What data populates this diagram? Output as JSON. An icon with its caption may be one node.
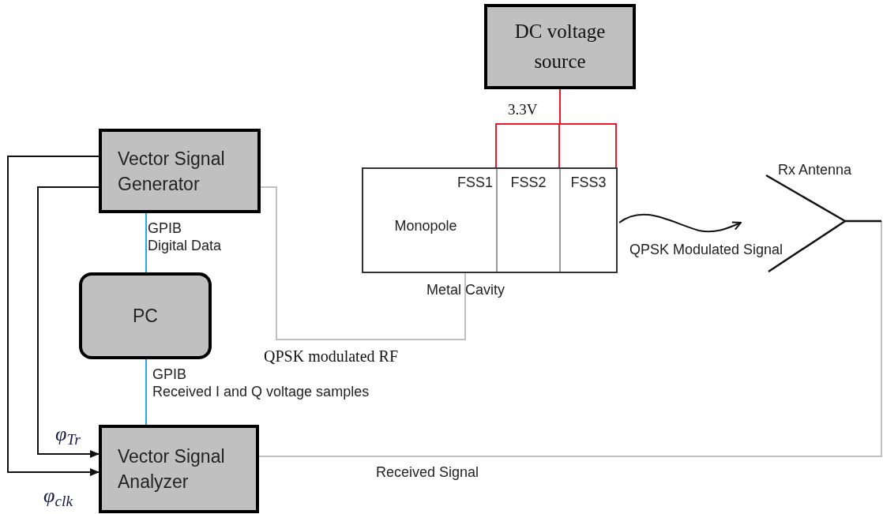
{
  "diagram": {
    "nodes": [
      {
        "text": [
          "DC voltage source"
        ]
      },
      {
        "text": [
          "Vector Signal Generator"
        ]
      },
      {
        "text": [
          "PC"
        ]
      },
      {
        "text": [
          "Vector Signal Analyzer"
        ]
      },
      {
        "text": [],
        "shape": "box",
        "beside": [
          "Metal Cavity"
        ]
      },
      {
        "text": [
          "FSS1"
        ],
        "in": 4
      },
      {
        "text": [
          "FSS2"
        ],
        "in": 4
      },
      {
        "text": [
          "FSS3"
        ],
        "in": 4
      },
      {
        "text": [
          "Monopole"
        ],
        "in": 4
      },
      {
        "text": [
          "Rx Antenna"
        ]
      }
    ],
    "edges": [
      {
        "from": 0,
        "to": 5,
        "arrow": "none",
        "color": "#e8192c"
      },
      {
        "from": 0,
        "to": 6,
        "arrow": "none",
        "color": "#e8192c"
      },
      {
        "from": 0,
        "to": 7,
        "arrow": "none",
        "color": "#e8192c"
      },
      {
        "from": 1,
        "to": 2,
        "arrow": "none",
        "label": "GPIB",
        "color": "#29a8e0"
      },
      {
        "from": 2,
        "to": 3,
        "arrow": "none",
        "label": "GPIB",
        "color": "#29a8e0"
      },
      {
        "from": 1,
        "to": 3,
        "arrow": "to",
        "label": "φ$_{Tr}$",
        "color": "#111111"
      },
      {
        "from": 1,
        "to": 3,
        "arrow": "to",
        "label": "φ$_{clk}$",
        "color": "#111111"
      },
      {
        "from": 1,
        "to": 8,
        "arrow": "none",
        "label": "QPSK modulated RF",
        "color": "#c0c0c0"
      },
      {
        "from": 4,
        "to": 9,
        "arrow": "to",
        "label": "QPSK Modulated Signal",
        "color": "#111111"
      },
      {
        "from": 9,
        "to": 3,
        "arrow": "none",
        "label": "Received Signal",
        "color": "#c0c0c0"
      }
    ],
    "labels": [
      "3.3V",
      "Digital Data",
      "Received I and Q voltage samples"
    ]
  }
}
